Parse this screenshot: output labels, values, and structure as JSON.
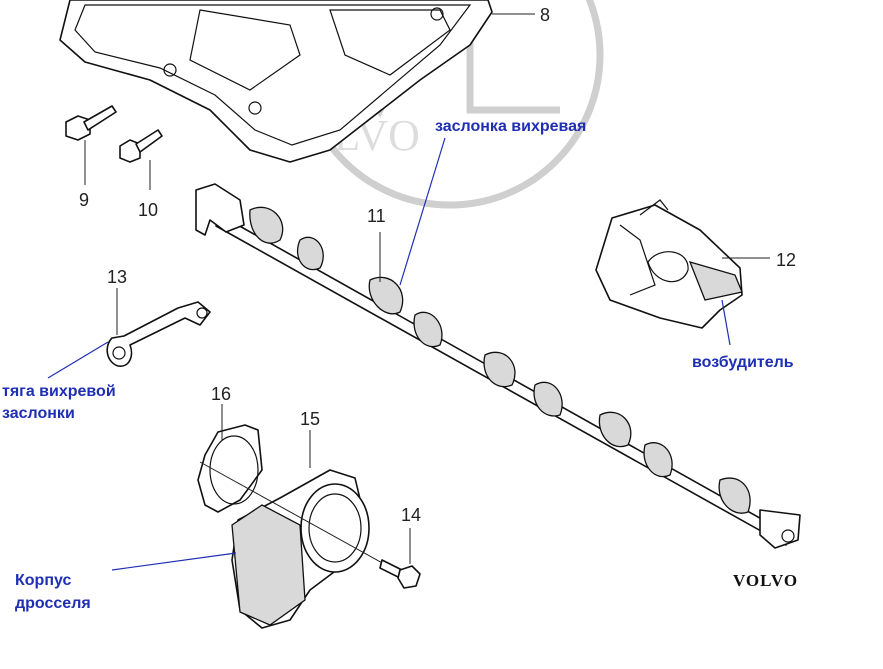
{
  "callouts": {
    "n8": "8",
    "n9": "9",
    "n10": "10",
    "n11": "11",
    "n12": "12",
    "n13": "13",
    "n14": "14",
    "n15": "15",
    "n16": "16"
  },
  "annotations": {
    "swirl_flap": "заслонка вихревая",
    "actuator": "возбудитель",
    "rod_line1": "тяга вихревой",
    "rod_line2": "заслонки",
    "throttle_line1": "Корпус",
    "throttle_line2": "дросселя"
  },
  "brand": {
    "mark": "VOLVO",
    "watermark": "VOLVO"
  },
  "colors": {
    "annotation": "#1f2fb3",
    "lines": "#222222",
    "watermark": "#cfcfcf"
  }
}
